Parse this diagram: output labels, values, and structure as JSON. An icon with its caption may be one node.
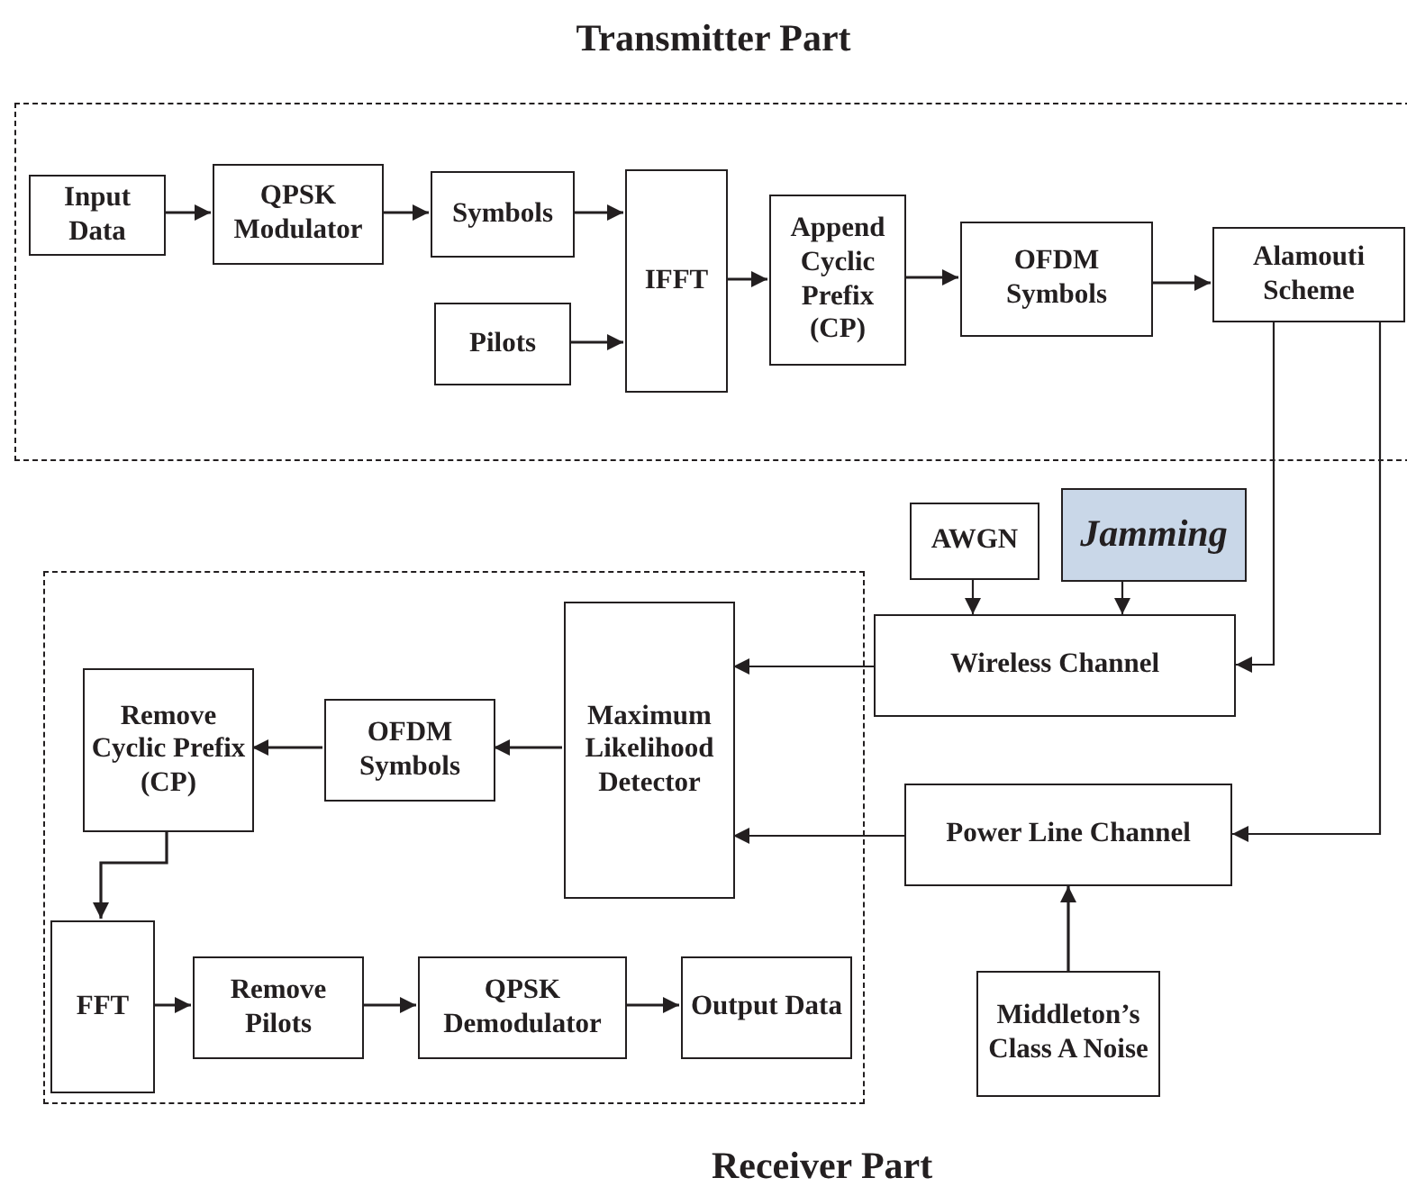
{
  "diagram": {
    "nodes": [
      {
        "text": [
          "Transmitter Part"
        ]
      },
      {
        "text": [
          "Input Data"
        ],
        "in": 0
      },
      {
        "text": [
          "QPSK Modulator"
        ],
        "in": 0
      },
      {
        "text": [
          "Symbols"
        ],
        "in": 0
      },
      {
        "text": [
          "Pilots"
        ],
        "in": 0
      },
      {
        "text": [
          "IFFT"
        ],
        "in": 0
      },
      {
        "text": [
          "Append Cyclic Prefix (CP)"
        ],
        "in": 0
      },
      {
        "text": [
          "OFDM Symbols"
        ],
        "in": 0
      },
      {
        "text": [
          "Alamouti Scheme"
        ],
        "in": 0
      },
      {
        "text": [
          "Receiver Part"
        ]
      },
      {
        "text": [
          "Remove Cyclic Prefix (CP)"
        ],
        "in": 9
      },
      {
        "text": [
          "OFDM Symbols"
        ],
        "in": 9
      },
      {
        "text": [
          "Maximum Likelihood Detector"
        ],
        "in": 9
      },
      {
        "text": [
          "FFT"
        ],
        "in": 9
      },
      {
        "text": [
          "Remove Pilots"
        ],
        "in": 9
      },
      {
        "text": [
          "QPSK Demodulator"
        ],
        "in": 9
      },
      {
        "text": [
          "Output Data"
        ],
        "in": 9
      },
      {
        "text": [
          "AWGN"
        ]
      },
      {
        "text": [
          "Jamming"
        ]
      },
      {
        "text": [
          "Wireless Channel"
        ]
      },
      {
        "text": [
          "Power Line Channel"
        ]
      },
      {
        "text": [
          "Middleton’s Class A Noise"
        ]
      }
    ],
    "edges": [
      {
        "from": 1,
        "to": 2,
        "arrow": "to"
      },
      {
        "from": 2,
        "to": 3,
        "arrow": "to"
      },
      {
        "from": 3,
        "to": 5,
        "arrow": "to"
      },
      {
        "from": 4,
        "to": 5,
        "arrow": "to"
      },
      {
        "from": 5,
        "to": 6,
        "arrow": "to"
      },
      {
        "from": 6,
        "to": 7,
        "arrow": "to"
      },
      {
        "from": 7,
        "to": 8,
        "arrow": "to"
      },
      {
        "from": 8,
        "to": 19,
        "arrow": "to"
      },
      {
        "from": 8,
        "to": 20,
        "arrow": "to"
      },
      {
        "from": 17,
        "to": 19,
        "arrow": "to"
      },
      {
        "from": 18,
        "to": 19,
        "arrow": "to"
      },
      {
        "from": 19,
        "to": 12,
        "arrow": "to"
      },
      {
        "from": 20,
        "to": 12,
        "arrow": "to"
      },
      {
        "from": 12,
        "to": 11,
        "arrow": "to"
      },
      {
        "from": 11,
        "to": 10,
        "arrow": "to"
      },
      {
        "from": 10,
        "to": 13,
        "arrow": "to"
      },
      {
        "from": 13,
        "to": 14,
        "arrow": "to"
      },
      {
        "from": 14,
        "to": 15,
        "arrow": "to"
      },
      {
        "from": 15,
        "to": 16,
        "arrow": "to"
      },
      {
        "from": 21,
        "to": 20,
        "arrow": "to"
      }
    ]
  }
}
